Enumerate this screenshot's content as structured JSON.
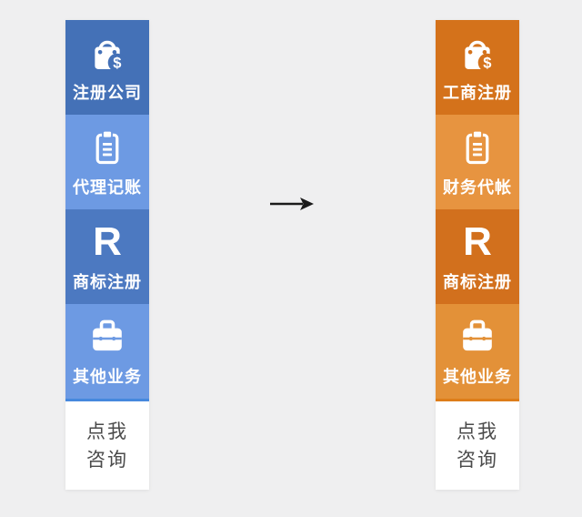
{
  "page": {
    "background": "#efeff0"
  },
  "arrow": {
    "color": "#1b1b1b"
  },
  "text": {
    "label_color": "#ffffff",
    "consult_color": "#4b4b4b"
  },
  "left_menu": {
    "theme": "blue",
    "divider_color": "#4688dd",
    "items": [
      {
        "label": "注册公司",
        "icon": "shopping-bag-dollar",
        "bg": "#4471b7",
        "badge_glyph": "$"
      },
      {
        "label": "代理记账",
        "icon": "clipboard",
        "bg": "#6d9ae3"
      },
      {
        "label": "商标注册",
        "icon": "registered-trademark",
        "bg": "#4c79c1",
        "glyph": "R"
      },
      {
        "label": "其他业务",
        "icon": "briefcase",
        "bg": "#6d9ae3"
      }
    ],
    "consult": {
      "line1": "点我",
      "line2": "咨询"
    }
  },
  "right_menu": {
    "theme": "orange",
    "divider_color": "#dd7d19",
    "items": [
      {
        "label": "工商注册",
        "icon": "shopping-bag-dollar",
        "bg": "#d4721b",
        "badge_glyph": "$"
      },
      {
        "label": "财务代帐",
        "icon": "clipboard",
        "bg": "#e79440"
      },
      {
        "label": "商标注册",
        "icon": "registered-trademark",
        "bg": "#d2701d",
        "glyph": "R"
      },
      {
        "label": "其他业务",
        "icon": "briefcase",
        "bg": "#e39138"
      }
    ],
    "consult": {
      "line1": "点我",
      "line2": "咨询"
    }
  }
}
